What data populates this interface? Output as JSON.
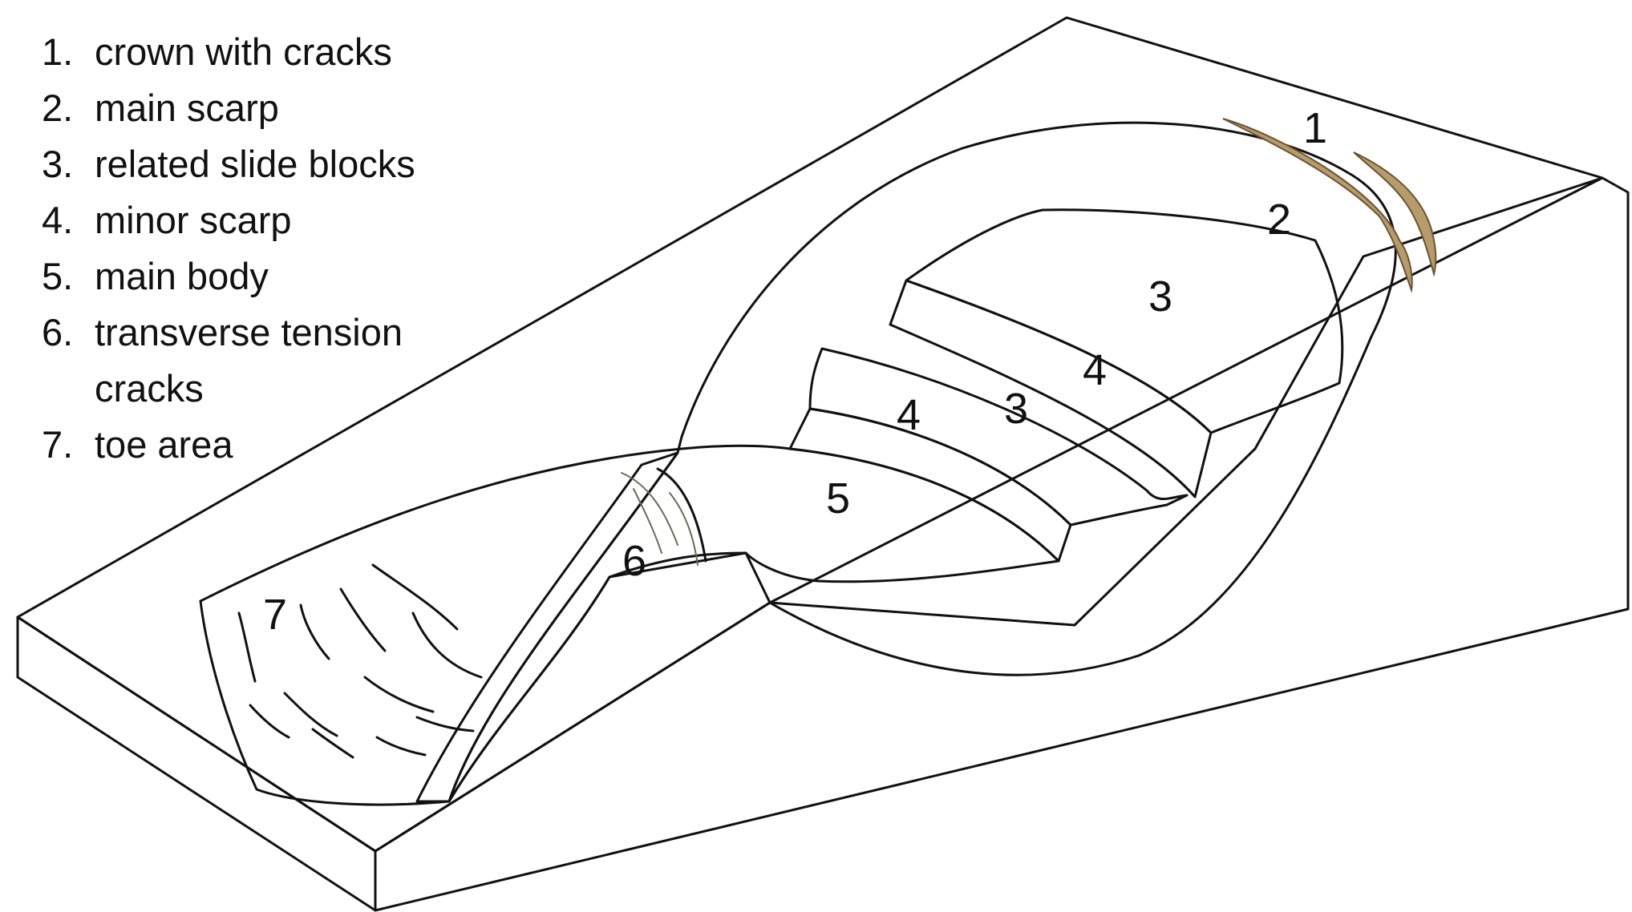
{
  "legend": {
    "items": [
      {
        "num": "1.",
        "label": "crown with cracks"
      },
      {
        "num": "2.",
        "label": "main scarp"
      },
      {
        "num": "3.",
        "label": "related slide blocks"
      },
      {
        "num": "4.",
        "label": "minor scarp"
      },
      {
        "num": "5.",
        "label": "main body"
      },
      {
        "num": "6.",
        "label": "transverse tension cracks"
      },
      {
        "num": "7.",
        "label": "toe area"
      }
    ]
  },
  "markers": {
    "crown": "1",
    "main_scarp": "2",
    "upper_block": "3",
    "upper_minor_scarp": "4",
    "lower_block": "3",
    "lower_minor_scarp": "4",
    "main_body": "5",
    "tension_cracks": "6",
    "toe": "7"
  },
  "colors": {
    "grass": "#80f21f",
    "scarp": "#fde39a",
    "soil": "#b21e00",
    "crack_fill": "#b89b6a",
    "outline": "#111111"
  }
}
